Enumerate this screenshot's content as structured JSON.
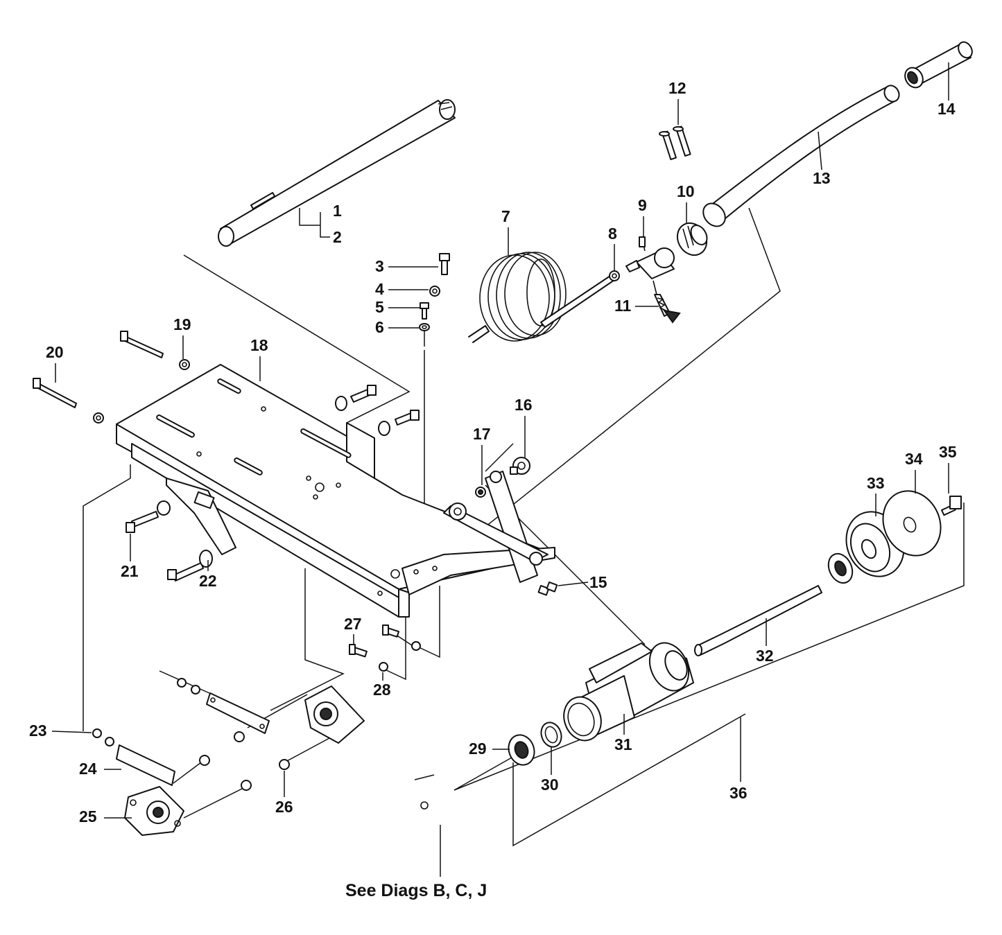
{
  "callouts": {
    "c1": "1",
    "c2": "2",
    "c3": "3",
    "c4": "4",
    "c5": "5",
    "c6": "6",
    "c7": "7",
    "c8": "8",
    "c9": "9",
    "c10": "10",
    "c11": "11",
    "c12": "12",
    "c13": "13",
    "c14": "14",
    "c15": "15",
    "c16": "16",
    "c17": "17",
    "c18": "18",
    "c19": "19",
    "c20": "20",
    "c21": "21",
    "c22": "22",
    "c23": "23",
    "c24": "24",
    "c25": "25",
    "c26": "26",
    "c27": "27",
    "c28": "28",
    "c29": "29",
    "c30": "30",
    "c31": "31",
    "c32": "32",
    "c33": "33",
    "c34": "34",
    "c35": "35",
    "c36": "36"
  },
  "reference_note": "See Diags B, C, J"
}
